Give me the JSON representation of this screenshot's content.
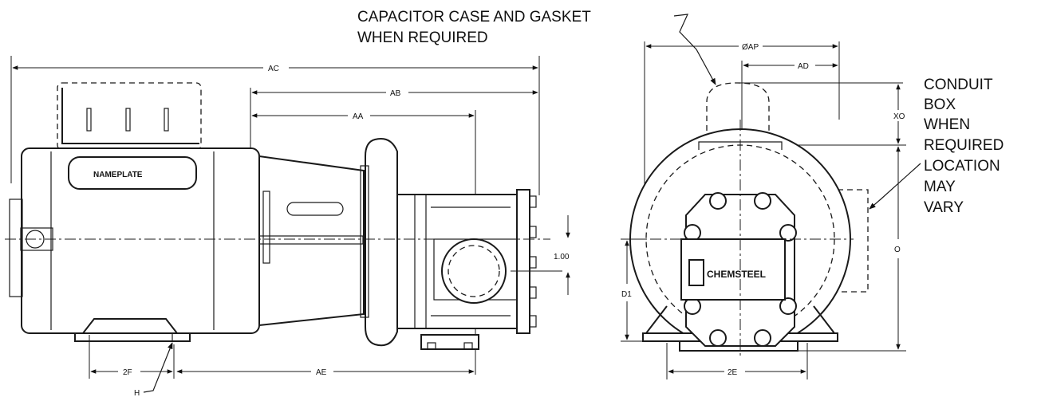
{
  "callouts": {
    "capacitor_line1": "CAPACITOR CASE AND GASKET",
    "capacitor_line2": "WHEN REQUIRED",
    "conduit_lines": [
      "CONDUIT",
      "BOX",
      "WHEN",
      "REQUIRED",
      "LOCATION",
      "MAY",
      "VARY"
    ]
  },
  "labels": {
    "nameplate": "NAMEPLATE",
    "brand": "CHEMSTEEL"
  },
  "dimensions": {
    "ac": "AC",
    "ab": "AB",
    "aa": "AA",
    "ae": "AE",
    "two_f": "2F",
    "h": "H",
    "one_hundred": "1.00",
    "ap": "ØAP",
    "ad": "AD",
    "xo": "XO",
    "o": "O",
    "d1": "D1",
    "two_e": "2E"
  }
}
